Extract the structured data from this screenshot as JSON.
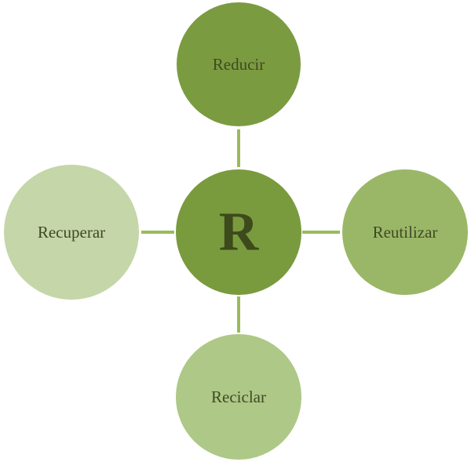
{
  "diagram": {
    "center": {
      "label": "R",
      "color": "#7a9a3e"
    },
    "nodes": [
      {
        "id": "reducir",
        "label": "Reducir",
        "color": "#7b9b40"
      },
      {
        "id": "reutilizar",
        "label": "Reutilizar",
        "color": "#9ab767"
      },
      {
        "id": "reciclar",
        "label": "Reciclar",
        "color": "#aec887"
      },
      {
        "id": "recuperar",
        "label": "Recuperar",
        "color": "#c5d6a9"
      }
    ],
    "connector_color": "#9bbb59"
  }
}
